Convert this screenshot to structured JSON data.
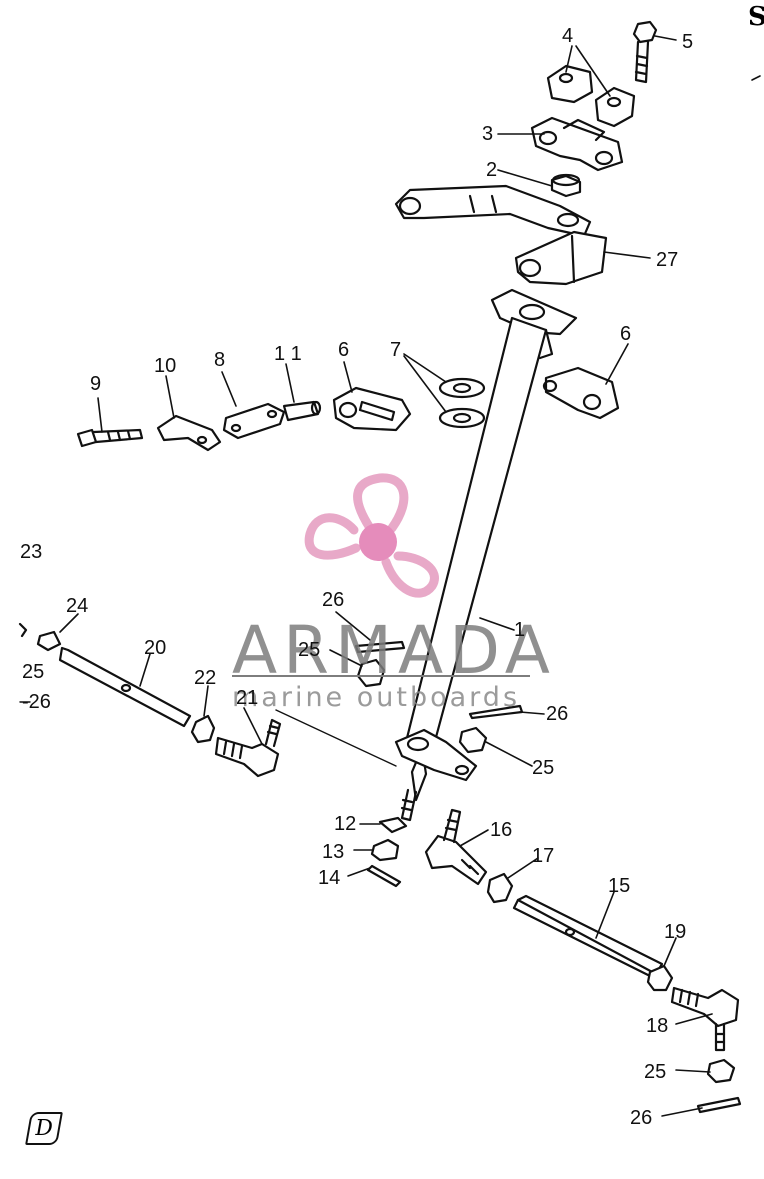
{
  "watermark": {
    "brand": "ARMADA",
    "tagline": "marine outboards",
    "logo_color": "#e8a9c8",
    "hub_color": "#e58cbb"
  },
  "callouts": [
    {
      "id": "5",
      "text": "5"
    },
    {
      "id": "4",
      "text": "4"
    },
    {
      "id": "3",
      "text": "3"
    },
    {
      "id": "2",
      "text": "2"
    },
    {
      "id": "27",
      "text": "27"
    },
    {
      "id": "6a",
      "text": "6"
    },
    {
      "id": "6b",
      "text": "6"
    },
    {
      "id": "7",
      "text": "7"
    },
    {
      "id": "9",
      "text": "9"
    },
    {
      "id": "10",
      "text": "10"
    },
    {
      "id": "8",
      "text": "8"
    },
    {
      "id": "11",
      "text": "1 1"
    },
    {
      "id": "23",
      "text": "23"
    },
    {
      "id": "24",
      "text": "24"
    },
    {
      "id": "25a",
      "text": "25"
    },
    {
      "id": "26a",
      "text": "-26"
    },
    {
      "id": "20",
      "text": "20"
    },
    {
      "id": "26b",
      "text": "26"
    },
    {
      "id": "25b",
      "text": "25"
    },
    {
      "id": "1",
      "text": "1"
    },
    {
      "id": "22",
      "text": "22"
    },
    {
      "id": "21",
      "text": "21"
    },
    {
      "id": "26c",
      "text": "26"
    },
    {
      "id": "25c",
      "text": "25"
    },
    {
      "id": "12",
      "text": "12"
    },
    {
      "id": "13",
      "text": "13"
    },
    {
      "id": "14",
      "text": "14"
    },
    {
      "id": "16",
      "text": "16"
    },
    {
      "id": "17",
      "text": "17"
    },
    {
      "id": "15",
      "text": "15"
    },
    {
      "id": "19",
      "text": "19"
    },
    {
      "id": "18",
      "text": "18"
    },
    {
      "id": "25d",
      "text": "25"
    },
    {
      "id": "26d",
      "text": "26"
    }
  ],
  "corner_mark": "D",
  "edge_fragment": "S"
}
